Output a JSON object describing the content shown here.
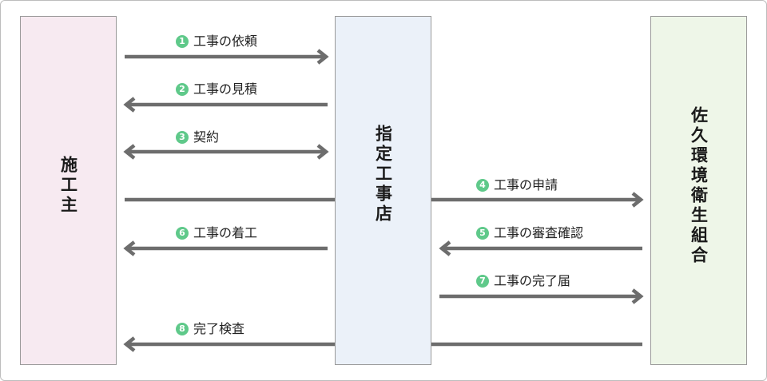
{
  "parties": {
    "owner": "施工主",
    "contractor": "指定工事店",
    "association": "佐久環境衛生組合"
  },
  "steps": [
    {
      "num": "1",
      "label": "工事の依頼"
    },
    {
      "num": "2",
      "label": "工事の見積"
    },
    {
      "num": "3",
      "label": "契約"
    },
    {
      "num": "4",
      "label": "工事の申請"
    },
    {
      "num": "5",
      "label": "工事の審査確認"
    },
    {
      "num": "6",
      "label": "工事の着工"
    },
    {
      "num": "7",
      "label": "工事の完了届"
    },
    {
      "num": "8",
      "label": "完了検査"
    }
  ],
  "colors": {
    "arrow": "#6d6d6d",
    "step_badge": "#5fc98a",
    "owner_fill": "#f7eaf1",
    "contractor_fill": "#ebf1f9",
    "association_fill": "#eef6e8"
  }
}
